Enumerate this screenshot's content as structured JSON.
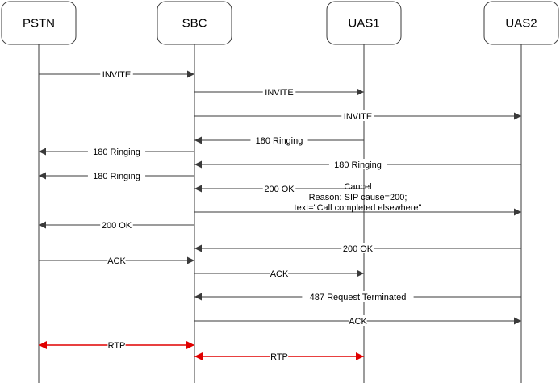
{
  "participants": [
    "PSTN",
    "SBC",
    "UAS1",
    "UAS2"
  ],
  "messages": [
    {
      "from": "PSTN",
      "to": "SBC",
      "label": "INVITE",
      "kind": "single"
    },
    {
      "from": "SBC",
      "to": "UAS1",
      "label": "INVITE",
      "kind": "single"
    },
    {
      "from": "SBC",
      "to": "UAS2",
      "label": "INVITE",
      "kind": "single"
    },
    {
      "from": "UAS1",
      "to": "SBC",
      "label": "180 Ringing",
      "kind": "single"
    },
    {
      "from": "SBC",
      "to": "PSTN",
      "label": "180 Ringing",
      "kind": "single"
    },
    {
      "from": "UAS2",
      "to": "SBC",
      "label": "180 Ringing",
      "kind": "single"
    },
    {
      "from": "SBC",
      "to": "PSTN",
      "label": "180 Ringing",
      "kind": "single"
    },
    {
      "from": "UAS1",
      "to": "SBC",
      "label": "200 OK",
      "kind": "single"
    },
    {
      "from": "SBC",
      "to": "UAS2",
      "label": "Cancel\nReason: SIP cause=200;\ntext=\"Call completed elsewhere\"",
      "kind": "single"
    },
    {
      "from": "SBC",
      "to": "PSTN",
      "label": "200 OK",
      "kind": "single"
    },
    {
      "from": "UAS2",
      "to": "SBC",
      "label": "200 OK",
      "kind": "single"
    },
    {
      "from": "PSTN",
      "to": "SBC",
      "label": "ACK",
      "kind": "single"
    },
    {
      "from": "SBC",
      "to": "UAS1",
      "label": "ACK",
      "kind": "single"
    },
    {
      "from": "UAS2",
      "to": "SBC",
      "label": "487 Request Terminated",
      "kind": "single"
    },
    {
      "from": "SBC",
      "to": "UAS2",
      "label": "ACK",
      "kind": "single"
    },
    {
      "from": "PSTN",
      "to": "SBC",
      "label": "RTP",
      "kind": "media"
    },
    {
      "from": "SBC",
      "to": "UAS1",
      "label": "RTP",
      "kind": "media"
    }
  ],
  "colors": {
    "line": "#3a3a3a",
    "media": "#e00000",
    "box_fill": "#ffffff",
    "text": "#000000"
  }
}
